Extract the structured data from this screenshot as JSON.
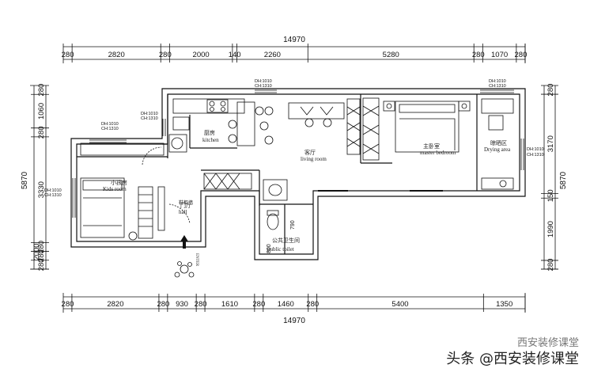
{
  "dimensions": {
    "top_total": "14970",
    "top_segments": [
      "280",
      "2820",
      "280",
      "2000",
      "140",
      "2260",
      "5280",
      "280",
      "1070",
      "280"
    ],
    "bottom_total": "14970",
    "bottom_segments": [
      "280",
      "2820",
      "280",
      "930",
      "280",
      "1610",
      "280",
      "1460",
      "280",
      "5400",
      "1350"
    ],
    "left_total": "5870",
    "left_segments": [
      "280",
      "1060",
      "280",
      "3330",
      "280",
      "280",
      "280"
    ],
    "left_small": [
      "2000"
    ],
    "right_total": "5870",
    "right_segments": [
      "280",
      "3170",
      "150",
      "1990",
      "280"
    ],
    "toilet_dims": [
      "790",
      "800"
    ]
  },
  "rooms": {
    "kitchen": {
      "cn": "厨房",
      "en": "kitchen"
    },
    "living": {
      "cn": "客厅",
      "en": "living room"
    },
    "master": {
      "cn": "主卧室",
      "en": "master bedroom"
    },
    "drying": {
      "cn": "晾晒区",
      "en": "Drying area"
    },
    "kids": {
      "cn": "小孩房",
      "en": "Kids room"
    },
    "hall": {
      "cn": "门厅",
      "en": "hall"
    },
    "toilet": {
      "cn": "公共卫生间",
      "en": "public toilet"
    },
    "shoe": {
      "cn": "鞋柜墙"
    },
    "entry": "ENTER"
  },
  "window_notes": {
    "top_living": [
      "DH:1010",
      "CH:1310"
    ],
    "kitchen": [
      "DH:1010",
      "CH:1310"
    ],
    "kids_top": [
      "DH:1010",
      "CH:1310"
    ],
    "kids_left": [
      "DH:1010",
      "CH:1310"
    ],
    "drying_top": [
      "DH:1010",
      "CH:1310"
    ],
    "drying_right": [
      "DH:1010",
      "CH:1310"
    ]
  },
  "watermark": {
    "main": "头条 @西安装修课堂",
    "faded": "西安装修课堂"
  }
}
